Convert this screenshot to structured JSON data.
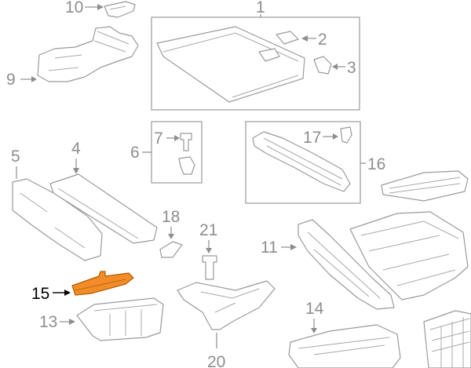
{
  "colors": {
    "line": "#9a9a9a",
    "callout_text": "#8e8e8e",
    "highlight_fill": "#f28c28",
    "highlight_stroke": "#b35c00",
    "highlight_text": "#000000"
  },
  "callouts": {
    "c1": "1",
    "c2": "2",
    "c3": "3",
    "c4": "4",
    "c5": "5",
    "c6": "6",
    "c7": "7",
    "c9": "9",
    "c10": "10",
    "c11": "11",
    "c13": "13",
    "c14": "14",
    "c15": "15",
    "c16": "16",
    "c17": "17",
    "c18": "18",
    "c20": "20",
    "c21": "21"
  },
  "highlighted_part": "15"
}
